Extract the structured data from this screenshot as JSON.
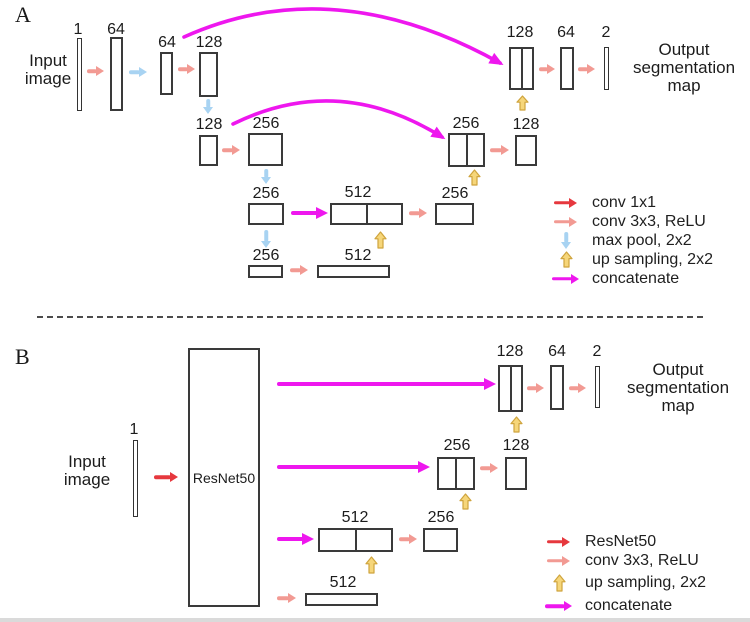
{
  "panel_a": {
    "tag": "A",
    "input_label": "Input\nimage",
    "output_label": "Output\nsegmentation\nmap",
    "blocks": {
      "in": "1",
      "e64": "64",
      "e64b": "64",
      "e128": "128",
      "r2_128": "128",
      "r2_256": "256",
      "r2_cat256": "256",
      "r2_128b": "128",
      "r3_256": "256",
      "r3_cat512": "512",
      "r3_256b": "256",
      "r4_256": "256",
      "r4_512": "512",
      "o_cat128": "128",
      "o_64": "64",
      "o_2": "2"
    },
    "legend": [
      {
        "icon": "red-right-arrow",
        "label": "conv 1x1"
      },
      {
        "icon": "salmon-right-arrow",
        "label": "conv 3x3, ReLU"
      },
      {
        "icon": "blue-down-arrow",
        "label": "max pool, 2x2"
      },
      {
        "icon": "yellow-up-arrow",
        "label": "up sampling, 2x2"
      },
      {
        "icon": "magenta-right-arrow",
        "label": "concatenate"
      }
    ]
  },
  "panel_b": {
    "tag": "B",
    "input_label": "Input\nimage",
    "output_label": "Output\nsegmentation\nmap",
    "resnet_label": "ResNet50",
    "blocks": {
      "in": "1",
      "o_cat128": "128",
      "o_64": "64",
      "o_2": "2",
      "r2_cat256": "256",
      "r2_128": "128",
      "r3_cat512": "512",
      "r3_256": "256",
      "r4_512": "512"
    },
    "legend": [
      {
        "icon": "red-right-arrow",
        "label": "ResNet50"
      },
      {
        "icon": "salmon-right-arrow",
        "label": "conv 3x3, ReLU"
      },
      {
        "icon": "yellow-up-arrow",
        "label": "up sampling, 2x2"
      },
      {
        "icon": "magenta-right-arrow",
        "label": "concatenate"
      }
    ]
  },
  "colors": {
    "conv1x1_red": "#e6383e",
    "conv3x3_salmon": "#f29a93",
    "maxpool_blue": "#a8d3f2",
    "upsample_yellow": "#f6d67a",
    "concatenate_magenta": "#ee17ee"
  }
}
